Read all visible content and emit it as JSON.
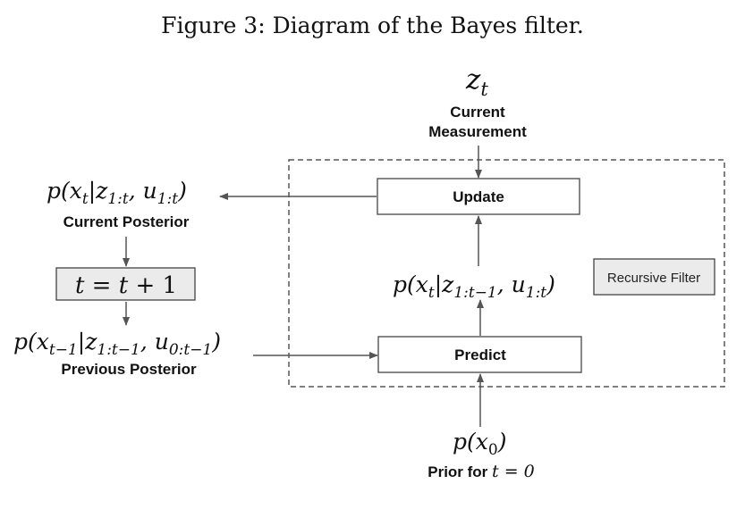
{
  "caption": "Figure 3: Diagram of the Bayes filter.",
  "measurement": {
    "symbol_base": "z",
    "symbol_sub": "t",
    "label_line1": "Current",
    "label_line2": "Measurement"
  },
  "filter_box_label": "Recursive Filter",
  "update_label": "Update",
  "predict_label": "Predict",
  "predicted_belief": {
    "prefix": "p(x",
    "sub1": "t",
    "mid": "|z",
    "sub2": "1:t−1",
    "mid2": ", u",
    "sub3": "1:t",
    "suffix": ")"
  },
  "current_posterior": {
    "prefix": "p(x",
    "sub1": "t",
    "mid": "|z",
    "sub2": "1:t",
    "mid2": ", u",
    "sub3": "1:t",
    "suffix": ")",
    "label": "Current Posterior"
  },
  "time_step": {
    "t1": "t",
    "eq": " = ",
    "t2": "t",
    "plus": " + 1"
  },
  "previous_posterior": {
    "prefix": "p(x",
    "sub1": "t−1",
    "mid": "|z",
    "sub2": "1:t−1",
    "mid2": ", u",
    "sub3": "0:t−1",
    "suffix": ")",
    "label": "Previous Posterior"
  },
  "prior": {
    "prefix": "p(x",
    "sub": "0",
    "suffix": ")",
    "label_text": "Prior for ",
    "label_math": "t = 0"
  },
  "colors": {
    "box_fill": "#ffffff",
    "gray_fill": "#ebebeb",
    "stroke": "#444444",
    "arrow": "#555555"
  }
}
